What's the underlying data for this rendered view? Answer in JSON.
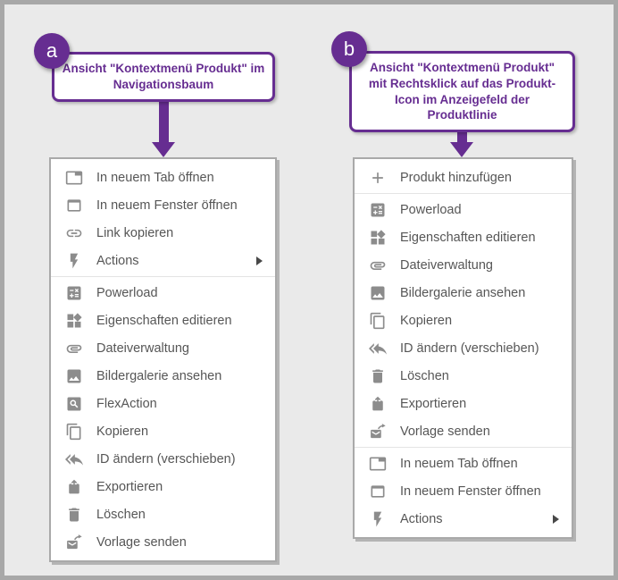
{
  "colors": {
    "accent_purple": "#662d91",
    "page_background": "#eaeaea",
    "outer_frame": "#a8a8a8",
    "menu_border": "#a9a9a9",
    "menu_background": "#ffffff",
    "item_text": "#565656",
    "icon_gray": "#8c8c8c",
    "separator": "#e4e4e4"
  },
  "callouts": [
    {
      "letter": "a",
      "text": "Ansicht \"Kontextmenü Produkt\" im Navigationsbaum"
    },
    {
      "letter": "b",
      "text": "Ansicht \"Kontextmenü Produkt\" mit Rechtsklick auf das Produkt-Icon im Anzeigefeld der Produktlinie"
    }
  ],
  "menus": [
    {
      "id": "menu-a",
      "description": "Kontextmenü Produkt im Navigationsbaum",
      "items": [
        {
          "label": "In neuem Tab öffnen",
          "icon": "tab-icon"
        },
        {
          "label": "In neuem Fenster öffnen",
          "icon": "window-icon"
        },
        {
          "label": "Link kopieren",
          "icon": "link-icon"
        },
        {
          "label": "Actions",
          "icon": "bolt-icon",
          "submenu": true
        },
        {
          "separator": true
        },
        {
          "label": "Powerload",
          "icon": "calculator-icon"
        },
        {
          "label": "Eigenschaften editieren",
          "icon": "widgets-icon"
        },
        {
          "label": "Dateiverwaltung",
          "icon": "paperclip-icon"
        },
        {
          "label": "Bildergalerie ansehen",
          "icon": "image-icon"
        },
        {
          "label": "FlexAction",
          "icon": "search-box-icon"
        },
        {
          "label": "Kopieren",
          "icon": "copy-icon"
        },
        {
          "label": "ID ändern (verschieben)",
          "icon": "reply-all-icon"
        },
        {
          "label": "Exportieren",
          "icon": "export-icon"
        },
        {
          "label": "Löschen",
          "icon": "trash-icon"
        },
        {
          "label": "Vorlage senden",
          "icon": "send-mail-icon"
        }
      ]
    },
    {
      "id": "menu-b",
      "description": "Kontextmenü Produkt mit Rechtsklick auf das Produkt-Icon",
      "items": [
        {
          "label": "Produkt hinzufügen",
          "icon": "plus-icon"
        },
        {
          "separator": true
        },
        {
          "label": "Powerload",
          "icon": "calculator-icon"
        },
        {
          "label": "Eigenschaften editieren",
          "icon": "widgets-icon"
        },
        {
          "label": "Dateiverwaltung",
          "icon": "paperclip-icon"
        },
        {
          "label": "Bildergalerie ansehen",
          "icon": "image-icon"
        },
        {
          "label": "Kopieren",
          "icon": "copy-icon"
        },
        {
          "label": "ID ändern (verschieben)",
          "icon": "reply-all-icon"
        },
        {
          "label": "Löschen",
          "icon": "trash-icon"
        },
        {
          "label": "Exportieren",
          "icon": "export-icon"
        },
        {
          "label": "Vorlage senden",
          "icon": "send-mail-icon"
        },
        {
          "separator": true
        },
        {
          "label": "In neuem Tab öffnen",
          "icon": "tab-icon"
        },
        {
          "label": "In neuem Fenster öffnen",
          "icon": "window-icon"
        },
        {
          "label": "Actions",
          "icon": "bolt-icon",
          "submenu": true
        }
      ]
    }
  ]
}
